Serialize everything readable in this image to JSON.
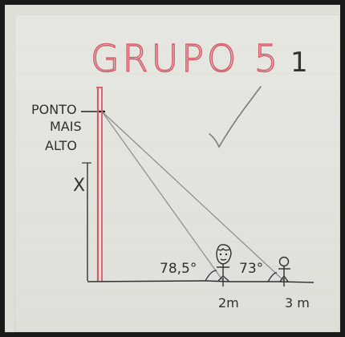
{
  "drawing": {
    "title": "GRUPO 5",
    "page_number": "1",
    "top_label_line1": "PONTO",
    "top_label_line2": "MAIS",
    "top_label_line3": "ALTO",
    "height_label": "X",
    "angle_near": "78,5°",
    "angle_far": "73°",
    "distance_near": "2m",
    "distance_far": "3 m"
  },
  "colors": {
    "red_ink": "#d55a68",
    "dark_ink": "#2f2f2f",
    "pencil": "#8a8a8a"
  }
}
